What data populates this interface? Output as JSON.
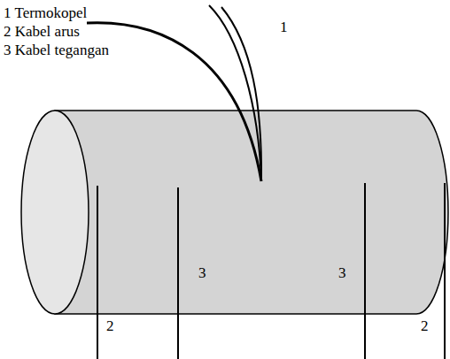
{
  "diagram": {
    "labels": [
      "1 Termokopel",
      "2 Kabel arus",
      "3 Kabel tegangan",
      "1",
      "3",
      "3",
      "2",
      "2"
    ]
  }
}
